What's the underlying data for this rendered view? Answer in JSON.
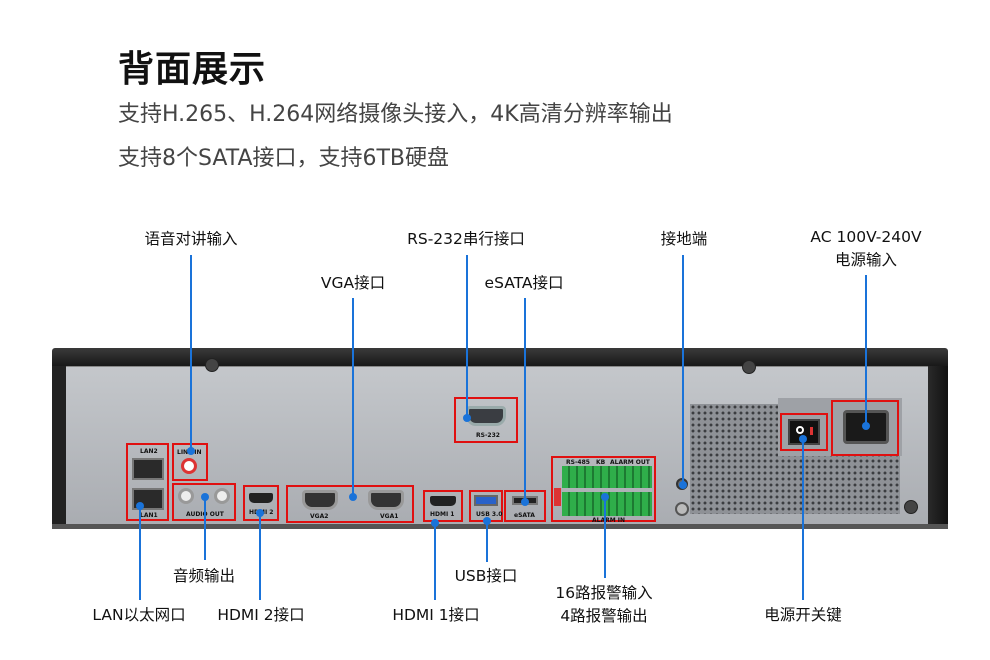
{
  "heading": {
    "title": "背面展示",
    "line1": "支持H.265、H.264网络摄像头接入，4K高清分辨率输出",
    "line2": "支持8个SATA接口，支持6TB硬盘"
  },
  "callouts": {
    "audio_in": "语音对讲输入",
    "vga": "VGA接口",
    "rs232": "RS-232串行接口",
    "esata": "eSATA接口",
    "ground": "接地端",
    "ac_line1": "AC 100V-240V",
    "ac_line2": "电源输入",
    "audio_out": "音频输出",
    "lan": "LAN以太网口",
    "hdmi2": "HDMI 2接口",
    "hdmi1": "HDMI 1接口",
    "usb": "USB接口",
    "alarm_line1": "16路报警输入",
    "alarm_line2": "4路报警输出",
    "power_switch": "电源开关键"
  },
  "panel_text": {
    "lan2": "LAN2",
    "lan1": "LAN1",
    "line_in": "LINE IN",
    "audio_out": "AUDIO OUT",
    "hdmi2": "HDMI 2",
    "vga2": "VGA2",
    "vga1": "VGA1",
    "hdmi1": "HDMI 1",
    "usb": "USB 3.0",
    "esata": "eSATA",
    "rs232": "RS-232",
    "rs485": "RS-485",
    "kb": "KB",
    "alarm_out": "ALARM OUT",
    "alarm_in": "ALARM IN"
  },
  "colors": {
    "accent_line": "#1a73d9",
    "highlight_box": "#e01010",
    "chassis_top": "#1e1e1e",
    "panel": "#b5b8bd",
    "terminal_green": "#2fae4a"
  }
}
